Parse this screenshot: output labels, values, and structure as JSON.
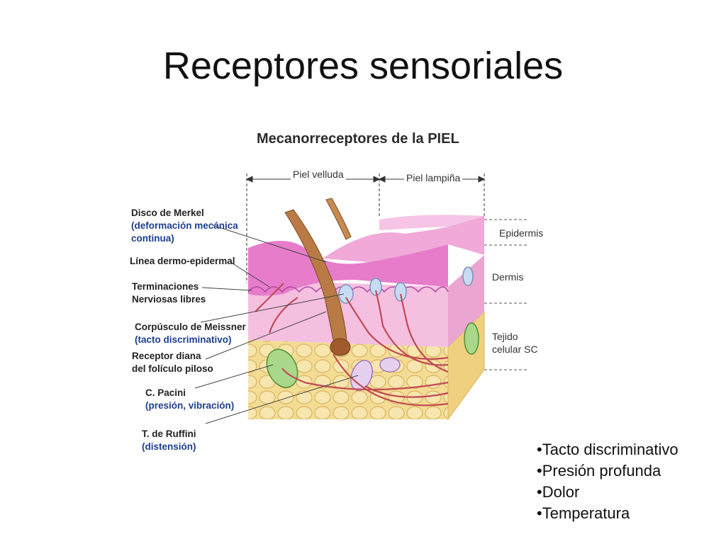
{
  "slide": {
    "title": "Receptores sensoriales"
  },
  "diagram": {
    "title": "Mecanorreceptores de la PIEL",
    "sections": {
      "hairy": "Piel velluda",
      "glabrous": "Piel lampiña"
    },
    "left_labels": [
      {
        "name": "Disco de Merkel",
        "note": "(deformación mecánica",
        "note2": "continua)"
      },
      {
        "name": "Línea dermo-epidermal"
      },
      {
        "name": "Terminaciones",
        "name2": "Nerviosas libres"
      },
      {
        "name": "Corpúsculo de Meissner",
        "note": "(tacto discriminativo)"
      },
      {
        "name": "Receptor diana",
        "name2": "del folículo piloso"
      },
      {
        "name": "C. Pacini",
        "note": "(presión, vibración)"
      },
      {
        "name": "T. de Ruffini",
        "note": "(distensión)"
      }
    ],
    "layers": {
      "epidermis": "Epidermis",
      "dermis": "Dermis",
      "subcutaneous_1": "Tejido",
      "subcutaneous_2": "celular SC"
    }
  },
  "bullets": [
    "•Tacto discriminativo",
    "•Presión profunda",
    "•Dolor",
    "•Temperatura"
  ],
  "colors": {
    "epidermis": "#e98bd0",
    "dermis": "#f3b7dc",
    "fat": "#f2d68a",
    "nerve": "#c04b55",
    "hair": "#b97a45",
    "label_blue": "#1d3f8f"
  }
}
